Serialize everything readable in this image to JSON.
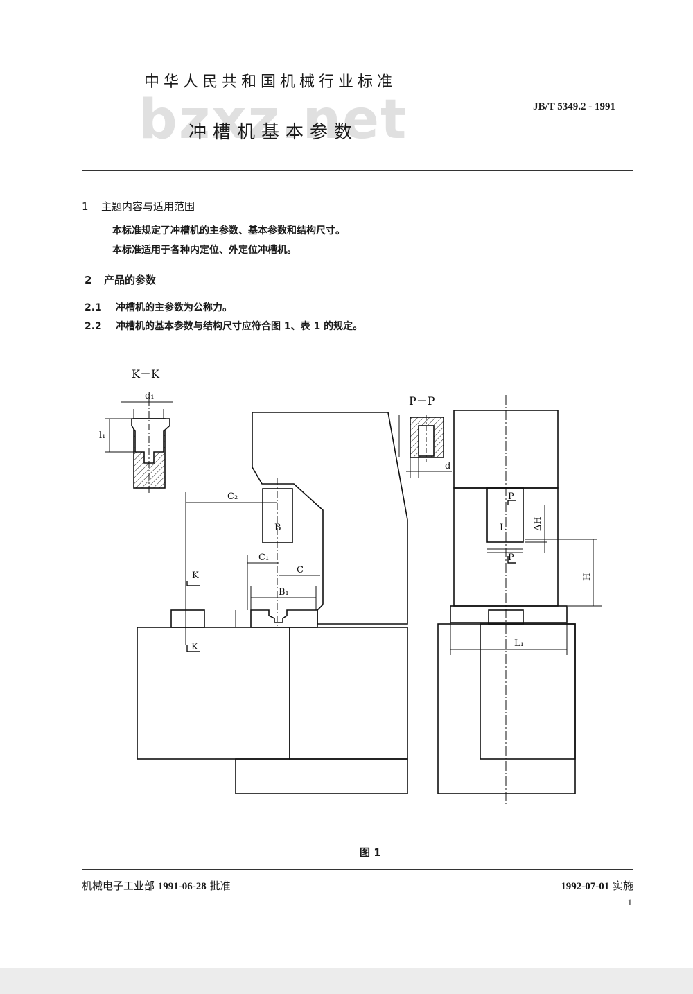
{
  "header": {
    "organization": "中华人民共和国机械行业标准",
    "standard_code": "JB/T 5349.2 - 1991",
    "watermark": "bzxz.net",
    "title": "冲槽机基本参数"
  },
  "sections": {
    "s1": {
      "number": "1",
      "heading": "主题内容与适用范围",
      "para1": "本标准规定了冲槽机的主参数、基本参数和结构尺寸。",
      "para2": "本标准适用于各种内定位、外定位冲槽机。"
    },
    "s2": {
      "number": "2",
      "heading": "产品的参数",
      "c21_num": "2.1",
      "c21_text": "冲槽机的主参数为公称力。",
      "c22_num": "2.2",
      "c22_text": "冲槽机的基本参数与结构尺寸应符合图 1、表 1 的规定。"
    }
  },
  "figure": {
    "caption": "图 1",
    "labels": {
      "kk": "K－K",
      "d1": "d₁",
      "l1": "l₁",
      "pp": "P－P",
      "d": "d",
      "c2": "C₂",
      "b": "B",
      "c1": "C₁",
      "c": "C",
      "b1": "B₁",
      "k": "K",
      "p": "P",
      "l": "L",
      "dh": "ΔH",
      "h": "H",
      "L1": "L₁"
    }
  },
  "footer": {
    "approver": "机械电子工业部",
    "approve_date": "1991-06-28",
    "approve_word": "批准",
    "impl_date": "1992-07-01",
    "impl_word": "实施",
    "page_number": "1"
  }
}
